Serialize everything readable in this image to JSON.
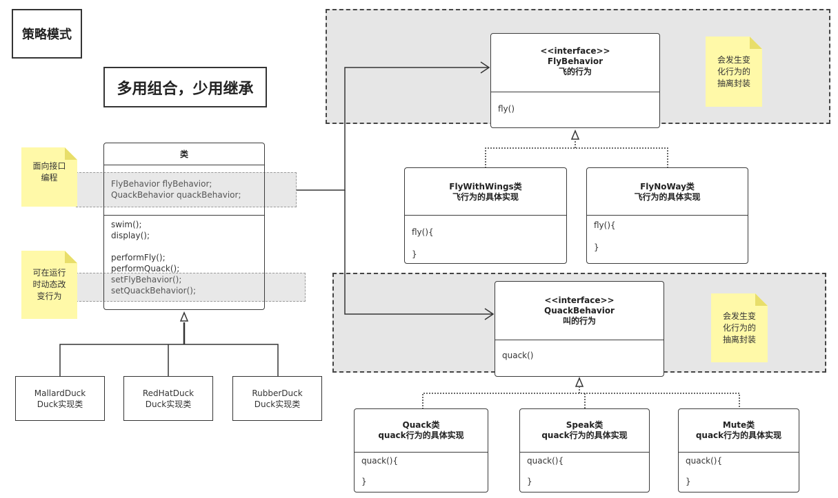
{
  "title": "策略模式",
  "slogan": "多用组合，少用继承",
  "notes": {
    "interface_note": [
      "面向接口",
      "编程"
    ],
    "runtime_note": [
      "可在运行",
      "时动态改",
      "变行为"
    ],
    "fly_region_note": [
      "会发生变",
      "化行为的",
      "抽离封装"
    ],
    "quack_region_note": [
      "会发生变",
      "化行为的",
      "抽离封装"
    ]
  },
  "duck_class": {
    "name": "类",
    "fields": [
      "FlyBehavior flyBehavior;",
      "QuackBehavior quackBehavior;"
    ],
    "methods": [
      "swim();",
      "display();",
      "performFly();",
      "performQuack();",
      "setFlyBehavior();",
      "setQuackBehavior();"
    ]
  },
  "subclasses": [
    {
      "name": "MallardDuck",
      "desc": "Duck实现类"
    },
    {
      "name": "RedHatDuck",
      "desc": "Duck实现类"
    },
    {
      "name": "RubberDuck",
      "desc": "Duck实现类"
    }
  ],
  "fly_interface": {
    "stereotype": "<<interface>>",
    "name": "FlyBehavior",
    "desc": "飞的行为",
    "method": "fly()"
  },
  "fly_impls": [
    {
      "name": "FlyWithWings类",
      "desc": "飞行为的具体实现",
      "open": "fly(){",
      "close": "}"
    },
    {
      "name": "FlyNoWay类",
      "desc": "飞行为的具体实现",
      "open": "fly(){",
      "close": "}"
    }
  ],
  "quack_interface": {
    "stereotype": "<<interface>>",
    "name": "QuackBehavior",
    "desc": "叫的行为",
    "method": "quack()"
  },
  "quack_impls": [
    {
      "name": "Quack类",
      "desc": "quack行为的具体实现",
      "open": "quack(){",
      "close": "}"
    },
    {
      "name": "Speak类",
      "desc": "quack行为的具体实现",
      "open": "quack(){",
      "close": "}"
    },
    {
      "name": "Mute类",
      "desc": "quack行为的具体实现",
      "open": "quack(){",
      "close": "}"
    }
  ]
}
